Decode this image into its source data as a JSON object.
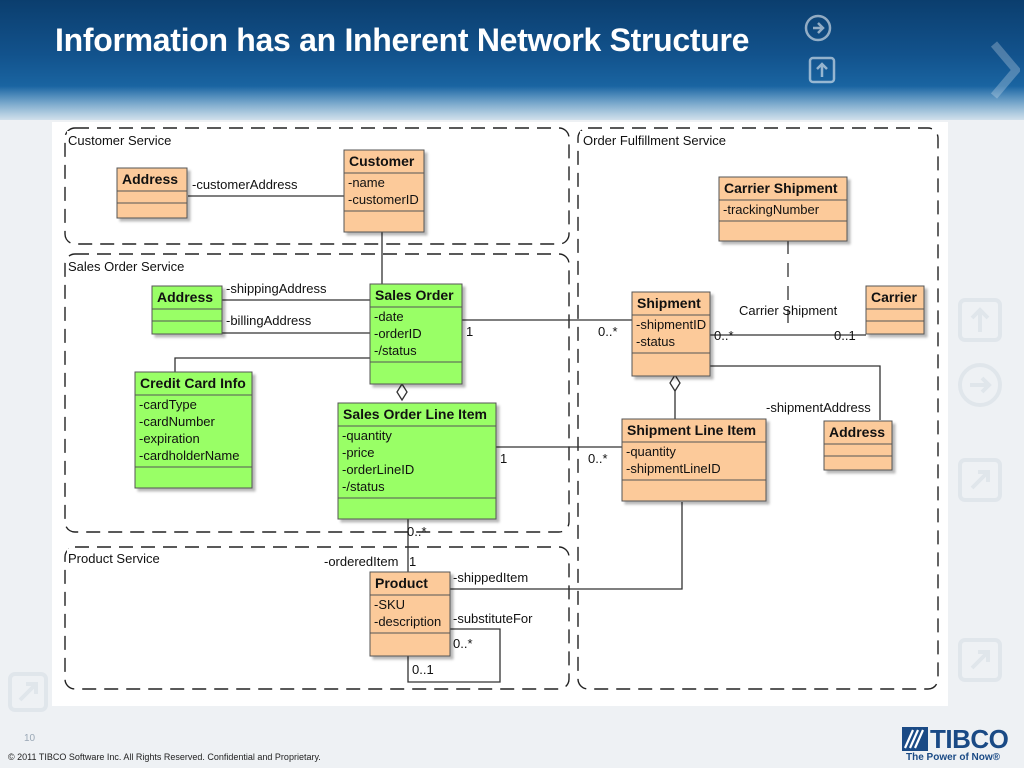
{
  "slide": {
    "title": "Information has an Inherent Network Structure",
    "page_number": "10",
    "footer": "© 2011 TIBCO Software Inc. All Rights Reserved. Confidential and Proprietary.",
    "logo_text": "TIBCO",
    "logo_tagline": "The Power of Now®",
    "colors": {
      "header_blue": "#12528c",
      "green_class": "#99ff66",
      "orange_class": "#fcca9a",
      "class_border": "#666666"
    }
  },
  "diagram": {
    "packages": {
      "customer_service": "Customer Service",
      "sales_order_service": "Sales Order Service",
      "product_service": "Product Service",
      "order_fulfillment_service": "Order Fulfillment Service"
    },
    "classes": {
      "address_cust": {
        "name": "Address",
        "attrs": []
      },
      "customer": {
        "name": "Customer",
        "attrs": [
          "-name",
          "-customerID"
        ]
      },
      "address_sales": {
        "name": "Address",
        "attrs": []
      },
      "sales_order": {
        "name": "Sales Order",
        "attrs": [
          "-date",
          "-orderID",
          "-/status"
        ]
      },
      "credit_card_info": {
        "name": "Credit Card Info",
        "attrs": [
          "-cardType",
          "-cardNumber",
          "-expiration",
          "-cardholderName"
        ]
      },
      "sales_order_line_item": {
        "name": "Sales Order Line Item",
        "attrs": [
          "-quantity",
          "-price",
          "-orderLineID",
          "-/status"
        ]
      },
      "product": {
        "name": "Product",
        "attrs": [
          "-SKU",
          "-description"
        ]
      },
      "carrier_shipment": {
        "name": "Carrier Shipment",
        "attrs": [
          "-trackingNumber"
        ]
      },
      "shipment": {
        "name": "Shipment",
        "attrs": [
          "-shipmentID",
          "-status"
        ]
      },
      "carrier": {
        "name": "Carrier",
        "attrs": []
      },
      "shipment_line_item": {
        "name": "Shipment Line Item",
        "attrs": [
          "-quantity",
          "-shipmentLineID"
        ]
      },
      "address_ship": {
        "name": "Address",
        "attrs": []
      }
    },
    "labels": {
      "customer_address": "-customerAddress",
      "shipping_address": "-shippingAddress",
      "billing_address": "-billingAddress",
      "so_shipment_1": "1",
      "so_shipment_many": "0..*",
      "carrier_shipment_assoc": "Carrier Shipment",
      "shipment_carrier_many": "0..*",
      "shipment_carrier_one": "0..1",
      "shipment_address": "-shipmentAddress",
      "soli_sli_1": "1",
      "soli_sli_many": "0..*",
      "soli_product_many": "0..*",
      "ordered_item": "-orderedItem",
      "ordered_item_1": "1",
      "shipped_item": "-shippedItem",
      "substitute_for": "-substituteFor",
      "substitute_many": "0..*",
      "substitute_one": "0..1"
    }
  }
}
